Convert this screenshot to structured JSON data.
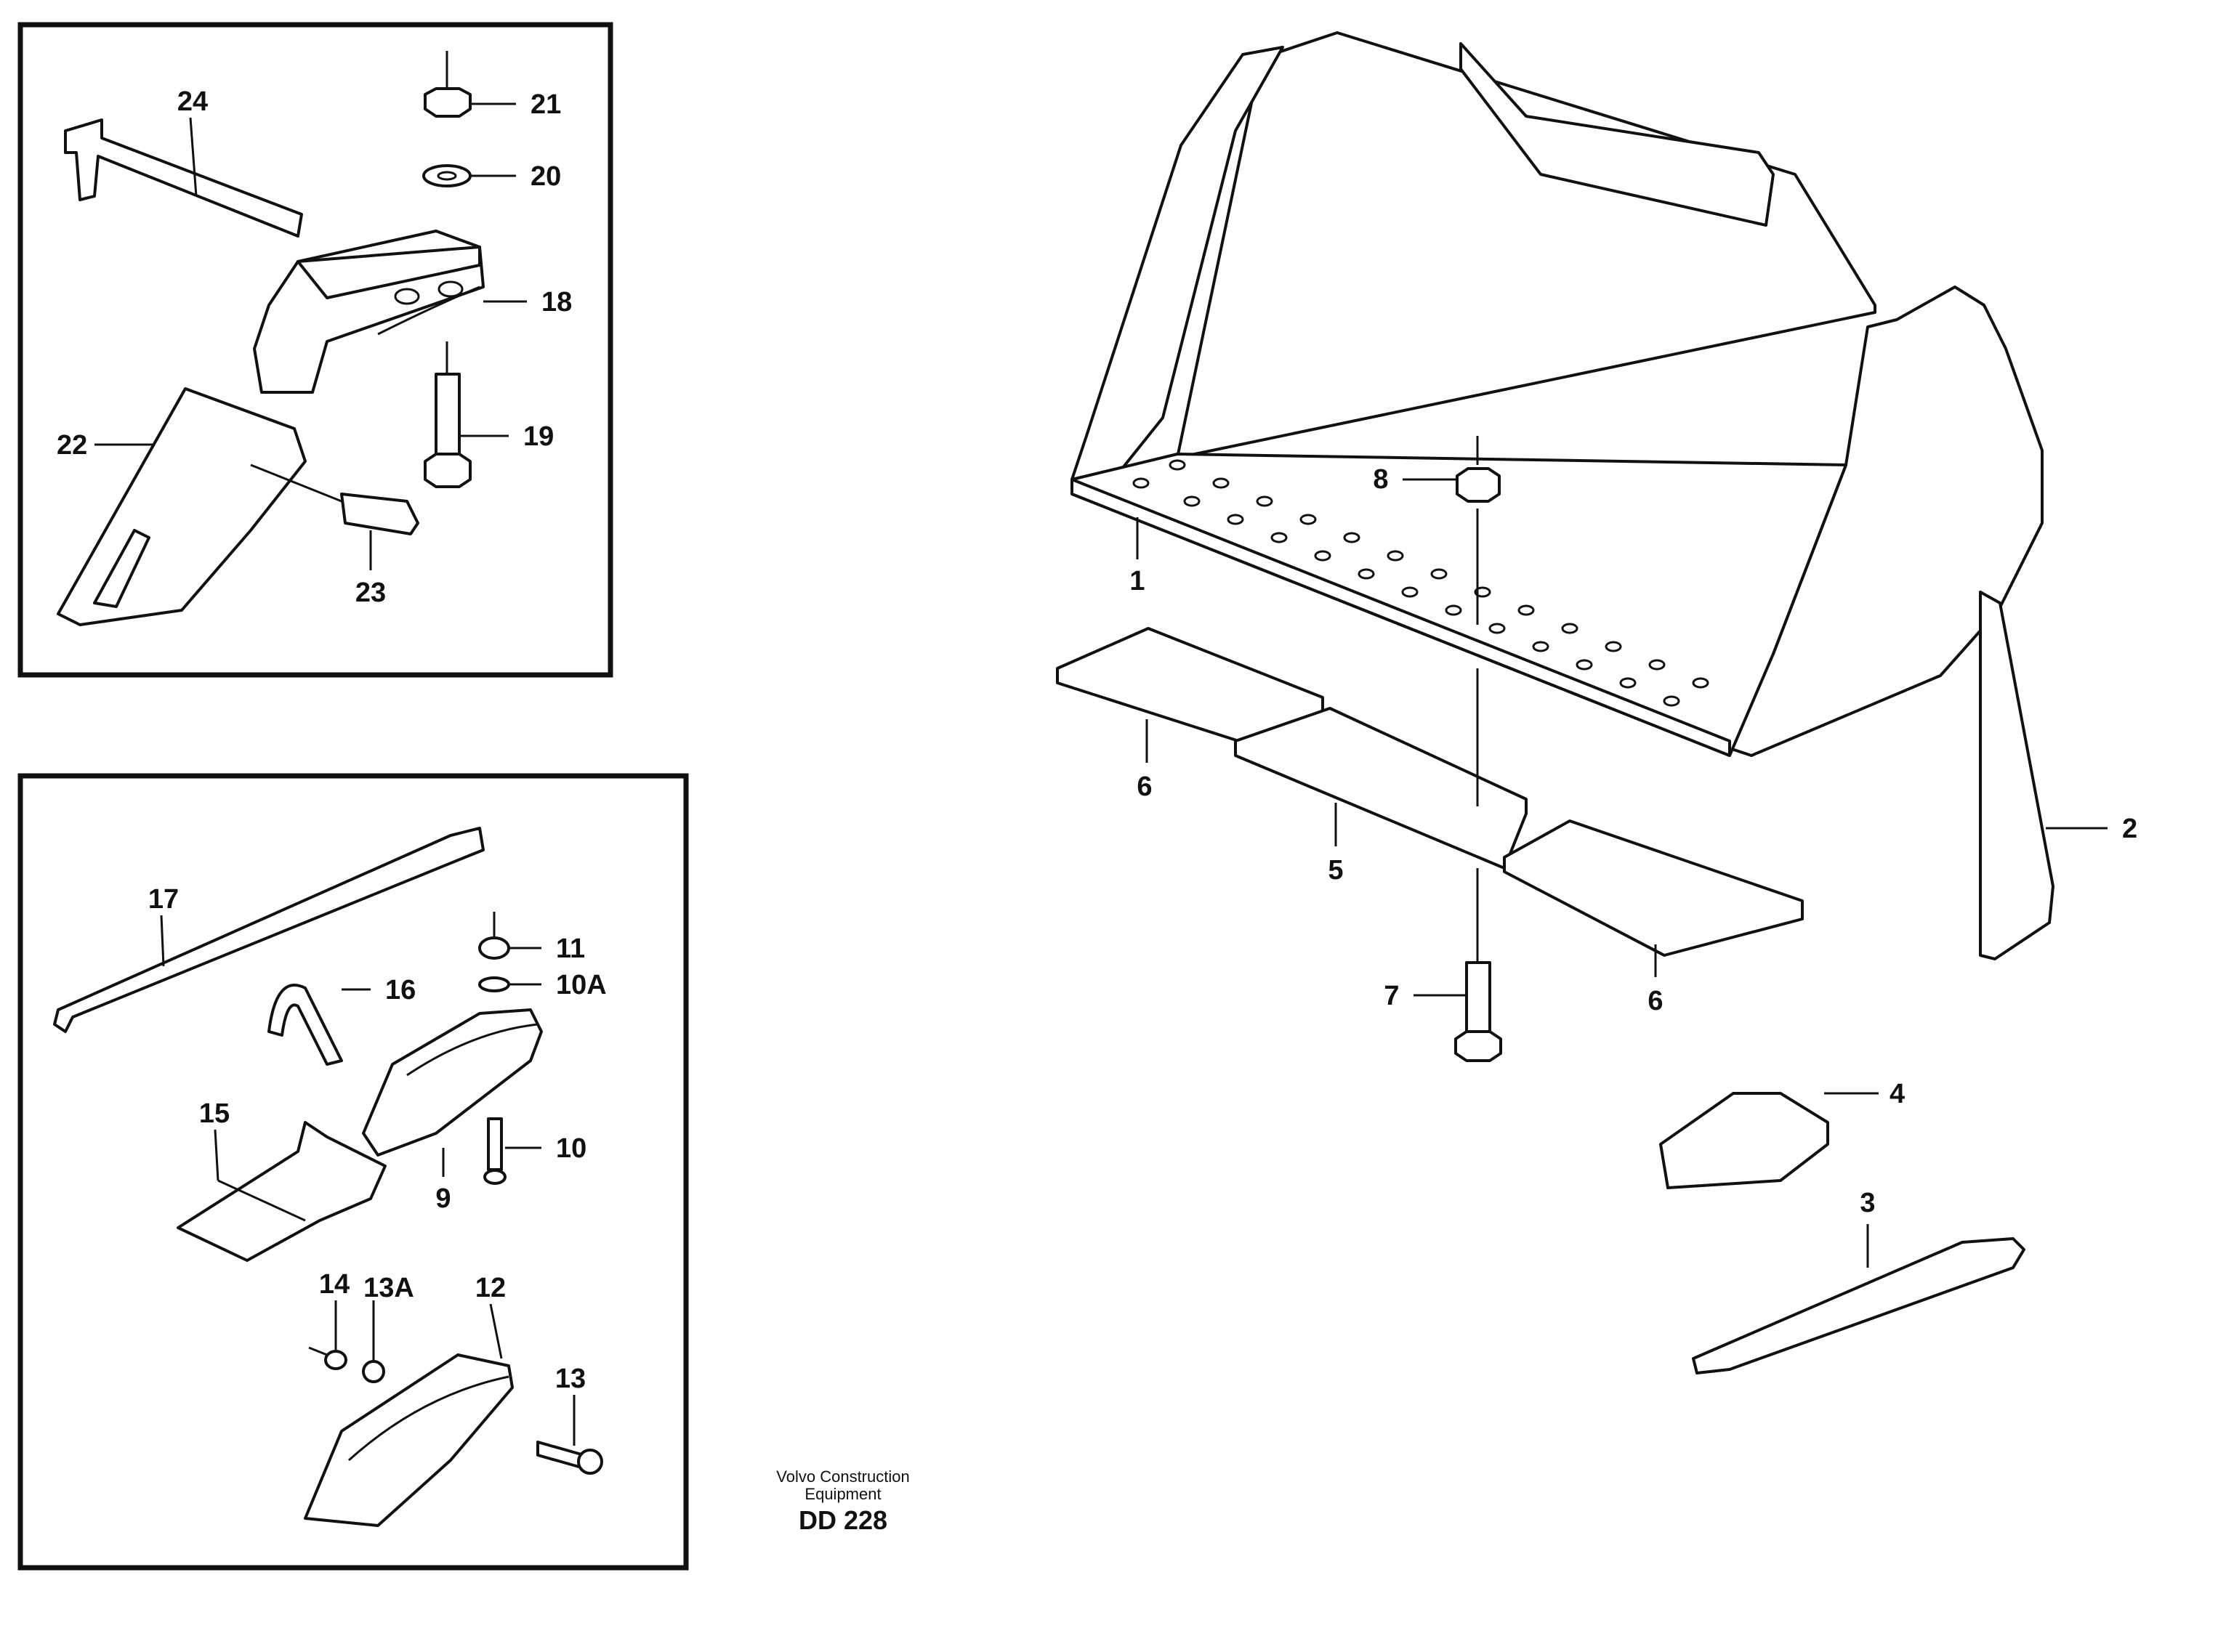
{
  "callouts": {
    "c1": "1",
    "c2": "2",
    "c3": "3",
    "c4": "4",
    "c5": "5",
    "c6a": "6",
    "c6b": "6",
    "c7": "7",
    "c8": "8",
    "c9": "9",
    "c10": "10",
    "c10a": "10A",
    "c11": "11",
    "c12": "12",
    "c13": "13",
    "c13a": "13A",
    "c14": "14",
    "c15": "15",
    "c16": "16",
    "c17": "17",
    "c18": "18",
    "c19": "19",
    "c20": "20",
    "c21": "21",
    "c22": "22",
    "c23": "23",
    "c24": "24"
  },
  "caption": {
    "line1": "Volvo Construction",
    "line2": "Equipment",
    "code": "DD 228"
  }
}
